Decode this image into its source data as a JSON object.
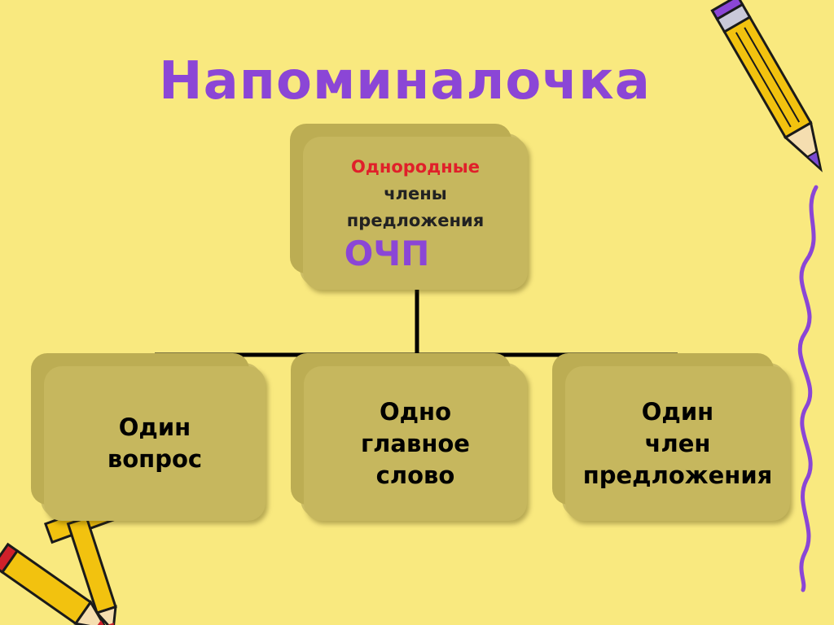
{
  "title": "Напоминалочка",
  "colors": {
    "background": "#f9e97f",
    "title": "#8b46d6",
    "box_face": "#c6b75e",
    "box_back": "#bcad53",
    "connector": "#000000",
    "top_text_red": "#e0202a",
    "top_text_dark": "#222222",
    "abbr": "#8b46d6",
    "bottom_text": "#000000",
    "pencil_body": "#f2c20f",
    "pencil_tip": "#7a4ad1",
    "wavy_line": "#8b46d6"
  },
  "diagram": {
    "root": {
      "lines": [
        "Однородные",
        "члены",
        "предложения"
      ],
      "abbreviation": "ОЧП"
    },
    "children": [
      {
        "lines": [
          "Один",
          "вопрос"
        ]
      },
      {
        "lines": [
          "Одно",
          "главное",
          "слово"
        ]
      },
      {
        "lines": [
          "Один",
          "член",
          "предложения"
        ]
      }
    ]
  },
  "decorations": {
    "icons": [
      "pencil-icon",
      "pencil-bundle-icon",
      "wavy-line"
    ]
  }
}
